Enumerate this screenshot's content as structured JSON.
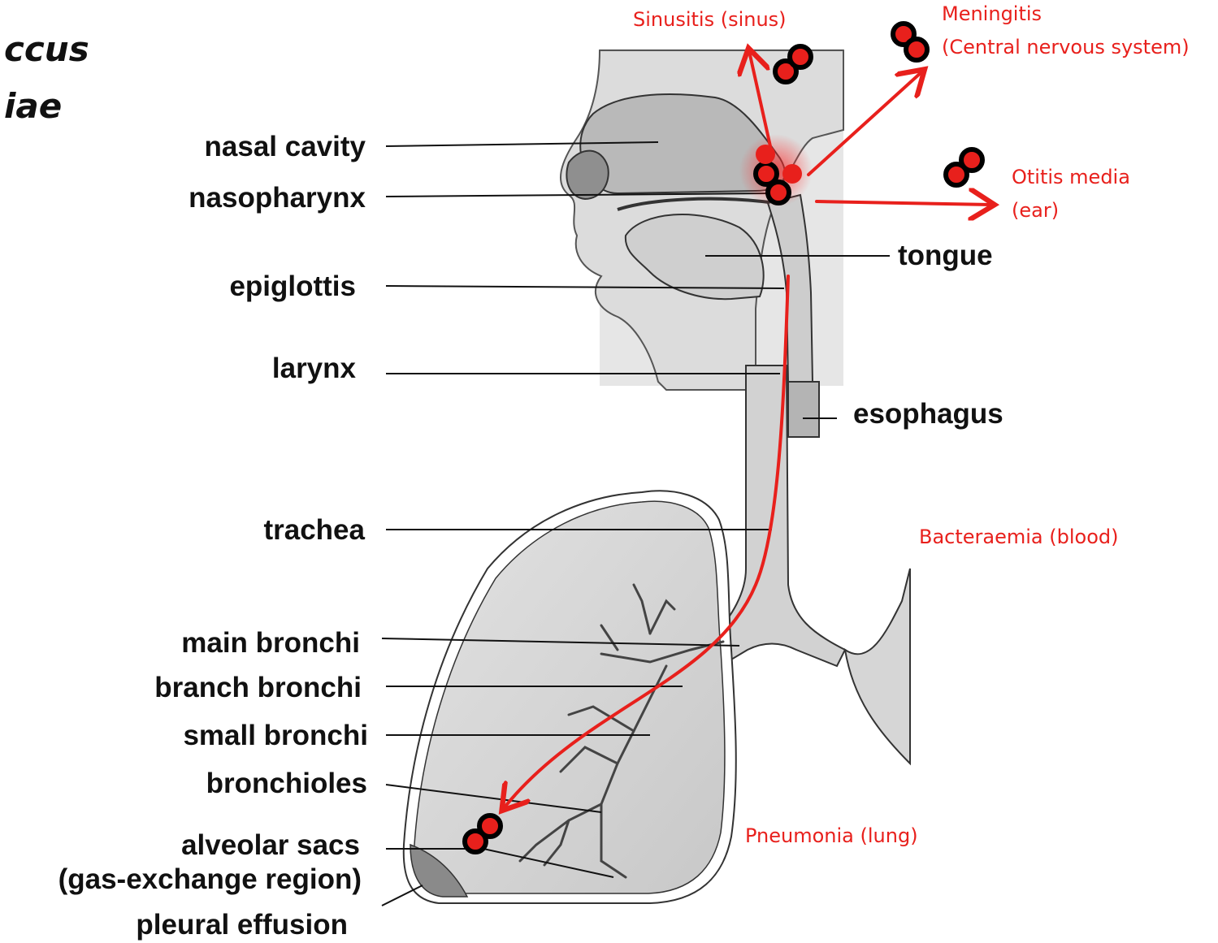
{
  "title": {
    "line1": "ccus",
    "line2": "iae"
  },
  "anatomy_labels": {
    "nasal_cavity": "nasal cavity",
    "nasopharynx": "nasopharynx",
    "epiglottis": "epiglottis",
    "larynx": "larynx",
    "trachea": "trachea",
    "main_bronchi": "main bronchi",
    "branch_bronchi": "branch bronchi",
    "small_bronchi": "small bronchi",
    "bronchioles": "bronchioles",
    "alveolar_sacs": "alveolar sacs",
    "gas_exchange": "(gas-exchange region)",
    "pleural_effusion": "pleural effusion",
    "tongue": "tongue",
    "esophagus": "esophagus"
  },
  "infections": {
    "sinusitis": "Sinusitis (sinus)",
    "meningitis": "Meningitis",
    "meningitis_sub": "(Central nervous system)",
    "otitis": "Otitis media",
    "otitis_sub": "(ear)",
    "bacteraemia": "Bacteraemia (blood)",
    "pneumonia": "Pneumonia (lung)"
  },
  "colors": {
    "accent_red": "#e8201c",
    "organ_gray": "#d9d9d9",
    "dark_gray": "#8c8c8c",
    "head_bg": "#e6e6e6"
  }
}
